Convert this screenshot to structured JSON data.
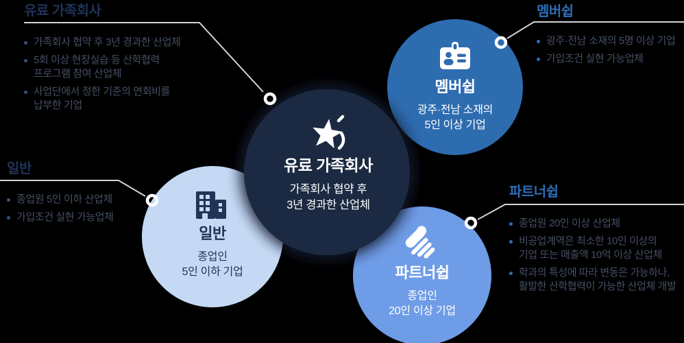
{
  "palette": {
    "background": "#000000",
    "dark_navy": "#1B2A42",
    "membership_blue": "#2E6CB0",
    "partnership_blue": "#6F9CE6",
    "general_light_blue": "#C5D9F4",
    "header_dark": "#1F3458",
    "header_blue": "#2E6DB6",
    "bullet_text": "#454F64",
    "connector_gray": "#D4D4D4",
    "icon_navy": "#223456"
  },
  "labels": {
    "paid_family": {
      "title": "유료 가족회사",
      "items": [
        {
          "lines": [
            "가족회사 협약 후 3년 경과한 산업체"
          ]
        },
        {
          "lines": [
            "5회 이상 현장실습 등 산학협력",
            "프로그램 참여 산업체"
          ]
        },
        {
          "lines": [
            "사업단에서 정한 기준의 연회비를",
            "납부한 기업"
          ]
        }
      ]
    },
    "membership": {
      "title": "멤버쉽",
      "items": [
        {
          "lines": [
            "광주·전남 소재의 5명 이상 기업"
          ]
        },
        {
          "lines": [
            "가입조건 실현 가능업체"
          ]
        }
      ]
    },
    "general": {
      "title": "일반",
      "items": [
        {
          "lines": [
            "종업원 5인 이하 산업체"
          ]
        },
        {
          "lines": [
            "가입조건 실현 가능업체"
          ]
        }
      ]
    },
    "partnership": {
      "title": "파트너쉽",
      "items": [
        {
          "lines": [
            "종업원 20인 이상 산업체"
          ]
        },
        {
          "lines": [
            "비공업계역은 최소한 10인 이상의",
            "기업 또는 매출액 10억 이상 산업체"
          ]
        },
        {
          "lines": [
            "학과의 특성에 따라 변동은 가능하나,",
            "활발한 산학협력이 가능한 산업체 개발"
          ]
        }
      ]
    }
  },
  "circles": {
    "paid_family": {
      "title": "유료 가족회사",
      "subtitle": [
        "가족회사 협약 후",
        "3년 경과한 산업체"
      ],
      "icon": "shooting-star-icon"
    },
    "membership": {
      "title": "멤버쉽",
      "subtitle": [
        "광주·전남 소재의",
        "5인 이상 기업"
      ],
      "icon": "id-card-icon"
    },
    "general": {
      "title": "일반",
      "subtitle": [
        "종업인",
        "5인 이하 기업"
      ],
      "icon": "building-icon"
    },
    "partnership": {
      "title": "파트너쉽",
      "subtitle": [
        "종업인",
        "20인 이상 기업"
      ],
      "icon": "handshake-icon"
    }
  }
}
